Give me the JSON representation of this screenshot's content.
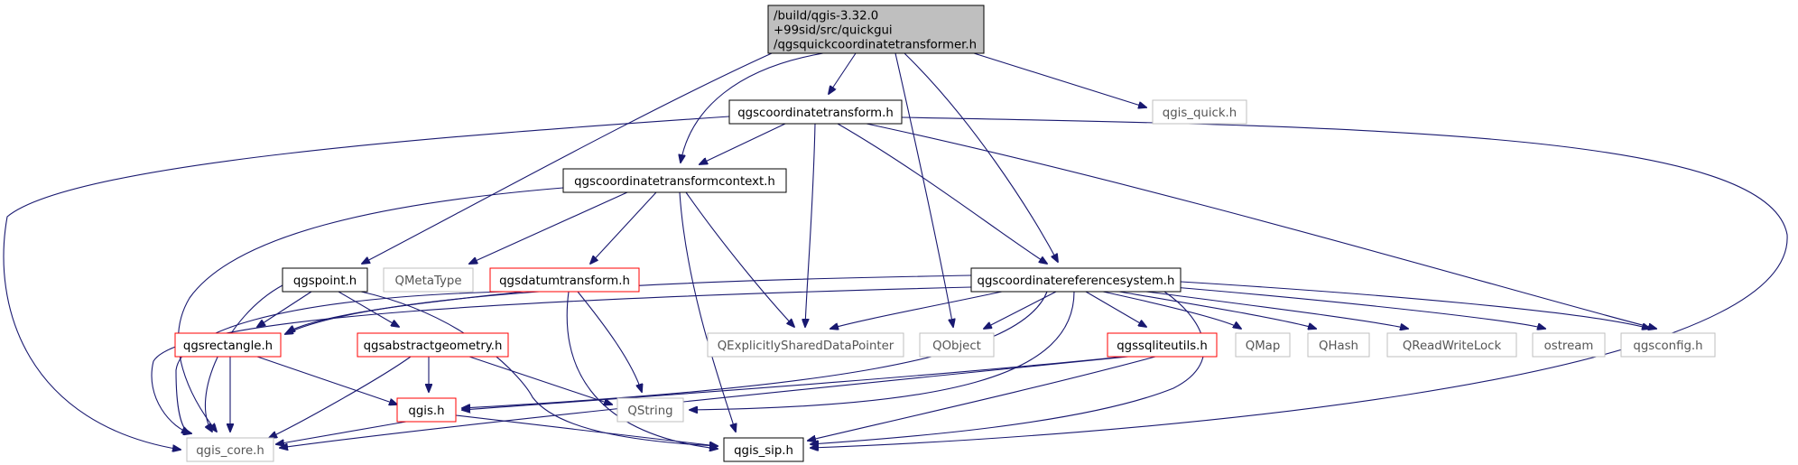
{
  "diagram": {
    "colors": {
      "edge": "#191970",
      "root_fill": "#bfbfbf",
      "black_border": "#000000",
      "red_border": "#ff0000",
      "gray_border": "#bfbfbf"
    },
    "nodes": [
      {
        "id": "root",
        "lines": [
          "/build/qgis-3.32.0",
          "+99sid/src/quickgui",
          "/qgsquickcoordinatetransformer.h"
        ],
        "style": "root"
      },
      {
        "id": "qgscoordinatetransform",
        "lines": [
          "qgscoordinatetransform.h"
        ],
        "style": "black"
      },
      {
        "id": "qgis_quick",
        "lines": [
          "qgis_quick.h"
        ],
        "style": "gray"
      },
      {
        "id": "qgscoordinatetransformcontext",
        "lines": [
          "qgscoordinatetransformcontext.h"
        ],
        "style": "black"
      },
      {
        "id": "qgspoint",
        "lines": [
          "qgspoint.h"
        ],
        "style": "black"
      },
      {
        "id": "qmetatype",
        "lines": [
          "QMetaType"
        ],
        "style": "gray"
      },
      {
        "id": "qgsdatumtransform",
        "lines": [
          "qgsdatumtransform.h"
        ],
        "style": "red"
      },
      {
        "id": "qgscoordinatereferencesystem",
        "lines": [
          "qgscoordinatereferencesystem.h"
        ],
        "style": "black"
      },
      {
        "id": "qgsrectangle",
        "lines": [
          "qgsrectangle.h"
        ],
        "style": "red"
      },
      {
        "id": "qgsabstractgeometry",
        "lines": [
          "qgsabstractgeometry.h"
        ],
        "style": "red"
      },
      {
        "id": "qexplicitly",
        "lines": [
          "QExplicitlySharedDataPointer"
        ],
        "style": "gray"
      },
      {
        "id": "qobject",
        "lines": [
          "QObject"
        ],
        "style": "gray"
      },
      {
        "id": "qgssqliteutils",
        "lines": [
          "qgssqliteutils.h"
        ],
        "style": "red"
      },
      {
        "id": "qmap",
        "lines": [
          "QMap"
        ],
        "style": "gray"
      },
      {
        "id": "qhash",
        "lines": [
          "QHash"
        ],
        "style": "gray"
      },
      {
        "id": "qreadwritelock",
        "lines": [
          "QReadWriteLock"
        ],
        "style": "gray"
      },
      {
        "id": "ostream",
        "lines": [
          "ostream"
        ],
        "style": "gray"
      },
      {
        "id": "qgsconfig",
        "lines": [
          "qgsconfig.h"
        ],
        "style": "gray"
      },
      {
        "id": "qgis",
        "lines": [
          "qgis.h"
        ],
        "style": "red"
      },
      {
        "id": "qstring",
        "lines": [
          "QString"
        ],
        "style": "gray"
      },
      {
        "id": "qgis_core",
        "lines": [
          "qgis_core.h"
        ],
        "style": "gray"
      },
      {
        "id": "qgis_sip",
        "lines": [
          "qgis_sip.h"
        ],
        "style": "black"
      }
    ],
    "edges": [
      [
        "root",
        "qgscoordinatetransform"
      ],
      [
        "root",
        "qgis_quick"
      ],
      [
        "root",
        "qgscoordinatetransformcontext"
      ],
      [
        "root",
        "qgspoint"
      ],
      [
        "root",
        "qgscoordinatereferencesystem"
      ],
      [
        "root",
        "qobject"
      ],
      [
        "qgscoordinatetransform",
        "qgis_core"
      ],
      [
        "qgscoordinatetransform",
        "qgscoordinatetransformcontext"
      ],
      [
        "qgscoordinatetransform",
        "qexplicitly"
      ],
      [
        "qgscoordinatetransform",
        "qgscoordinatereferencesystem"
      ],
      [
        "qgscoordinatetransform",
        "qgsconfig"
      ],
      [
        "qgscoordinatetransform",
        "qgis_sip"
      ],
      [
        "qgscoordinatetransformcontext",
        "qgis_core"
      ],
      [
        "qgscoordinatetransformcontext",
        "qmetatype"
      ],
      [
        "qgscoordinatetransformcontext",
        "qgsdatumtransform"
      ],
      [
        "qgscoordinatetransformcontext",
        "qexplicitly"
      ],
      [
        "qgscoordinatetransformcontext",
        "qgis_sip"
      ],
      [
        "qgspoint",
        "qgis_core"
      ],
      [
        "qgspoint",
        "qgsrectangle"
      ],
      [
        "qgspoint",
        "qgsabstractgeometry"
      ],
      [
        "qgspoint",
        "qgis_sip"
      ],
      [
        "qgsdatumtransform",
        "qgis_core"
      ],
      [
        "qgsdatumtransform",
        "qgsrectangle"
      ],
      [
        "qgsdatumtransform",
        "qstring"
      ],
      [
        "qgsdatumtransform",
        "qgis_sip"
      ],
      [
        "qgscoordinatereferencesystem",
        "qgsrectangle"
      ],
      [
        "qgscoordinatereferencesystem",
        "qexplicitly"
      ],
      [
        "qgscoordinatereferencesystem",
        "qobject"
      ],
      [
        "qgscoordinatereferencesystem",
        "qgssqliteutils"
      ],
      [
        "qgscoordinatereferencesystem",
        "qmap"
      ],
      [
        "qgscoordinatereferencesystem",
        "qhash"
      ],
      [
        "qgscoordinatereferencesystem",
        "qreadwritelock"
      ],
      [
        "qgscoordinatereferencesystem",
        "ostream"
      ],
      [
        "qgscoordinatereferencesystem",
        "qgsconfig"
      ],
      [
        "qgscoordinatereferencesystem",
        "qgis"
      ],
      [
        "qgscoordinatereferencesystem",
        "qstring"
      ],
      [
        "qgscoordinatereferencesystem",
        "qgis_sip"
      ],
      [
        "qgscoordinatereferencesystem",
        "qgis_core"
      ],
      [
        "qgsrectangle",
        "qgis_core"
      ],
      [
        "qgsrectangle",
        "qgis"
      ],
      [
        "qgsabstractgeometry",
        "qgis"
      ],
      [
        "qgsabstractgeometry",
        "qstring"
      ],
      [
        "qgsabstractgeometry",
        "qgis_core"
      ],
      [
        "qgssqliteutils",
        "qgis"
      ],
      [
        "qgssqliteutils",
        "qgis_sip"
      ],
      [
        "qgssqliteutils",
        "qgis_core"
      ],
      [
        "qgis",
        "qgis_core"
      ],
      [
        "qgis",
        "qgis_sip"
      ]
    ]
  }
}
